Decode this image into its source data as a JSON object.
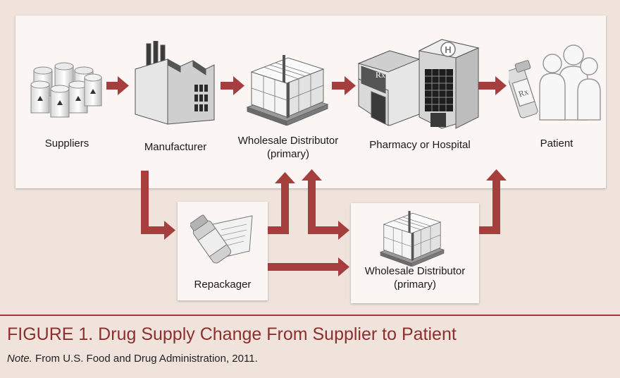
{
  "nodes": {
    "suppliers": "Suppliers",
    "manufacturer": "Manufacturer",
    "wholesale_primary_line1": "Wholesale Distributor",
    "wholesale_primary_line2": "(primary)",
    "pharmacy": "Pharmacy or Hospital",
    "patient": "Patient",
    "repackager": "Repackager",
    "wholesale_secondary_line1": "Wholesale Distributor",
    "wholesale_secondary_line2": "(primary)"
  },
  "caption": {
    "title": "FIGURE 1. Drug Supply Change From Supplier to Patient",
    "note_label": "Note.",
    "note_text": " From U.S. Food and Drug Administration, 2011."
  },
  "colors": {
    "arrow": "#a63e3e",
    "caption": "#8c2f2f",
    "background": "#efe3dc",
    "panel": "#fbf6f4"
  },
  "icons": {
    "pharmacy_sign": "Rx",
    "hospital_sign": "H",
    "patient_bottle": "Rx"
  }
}
